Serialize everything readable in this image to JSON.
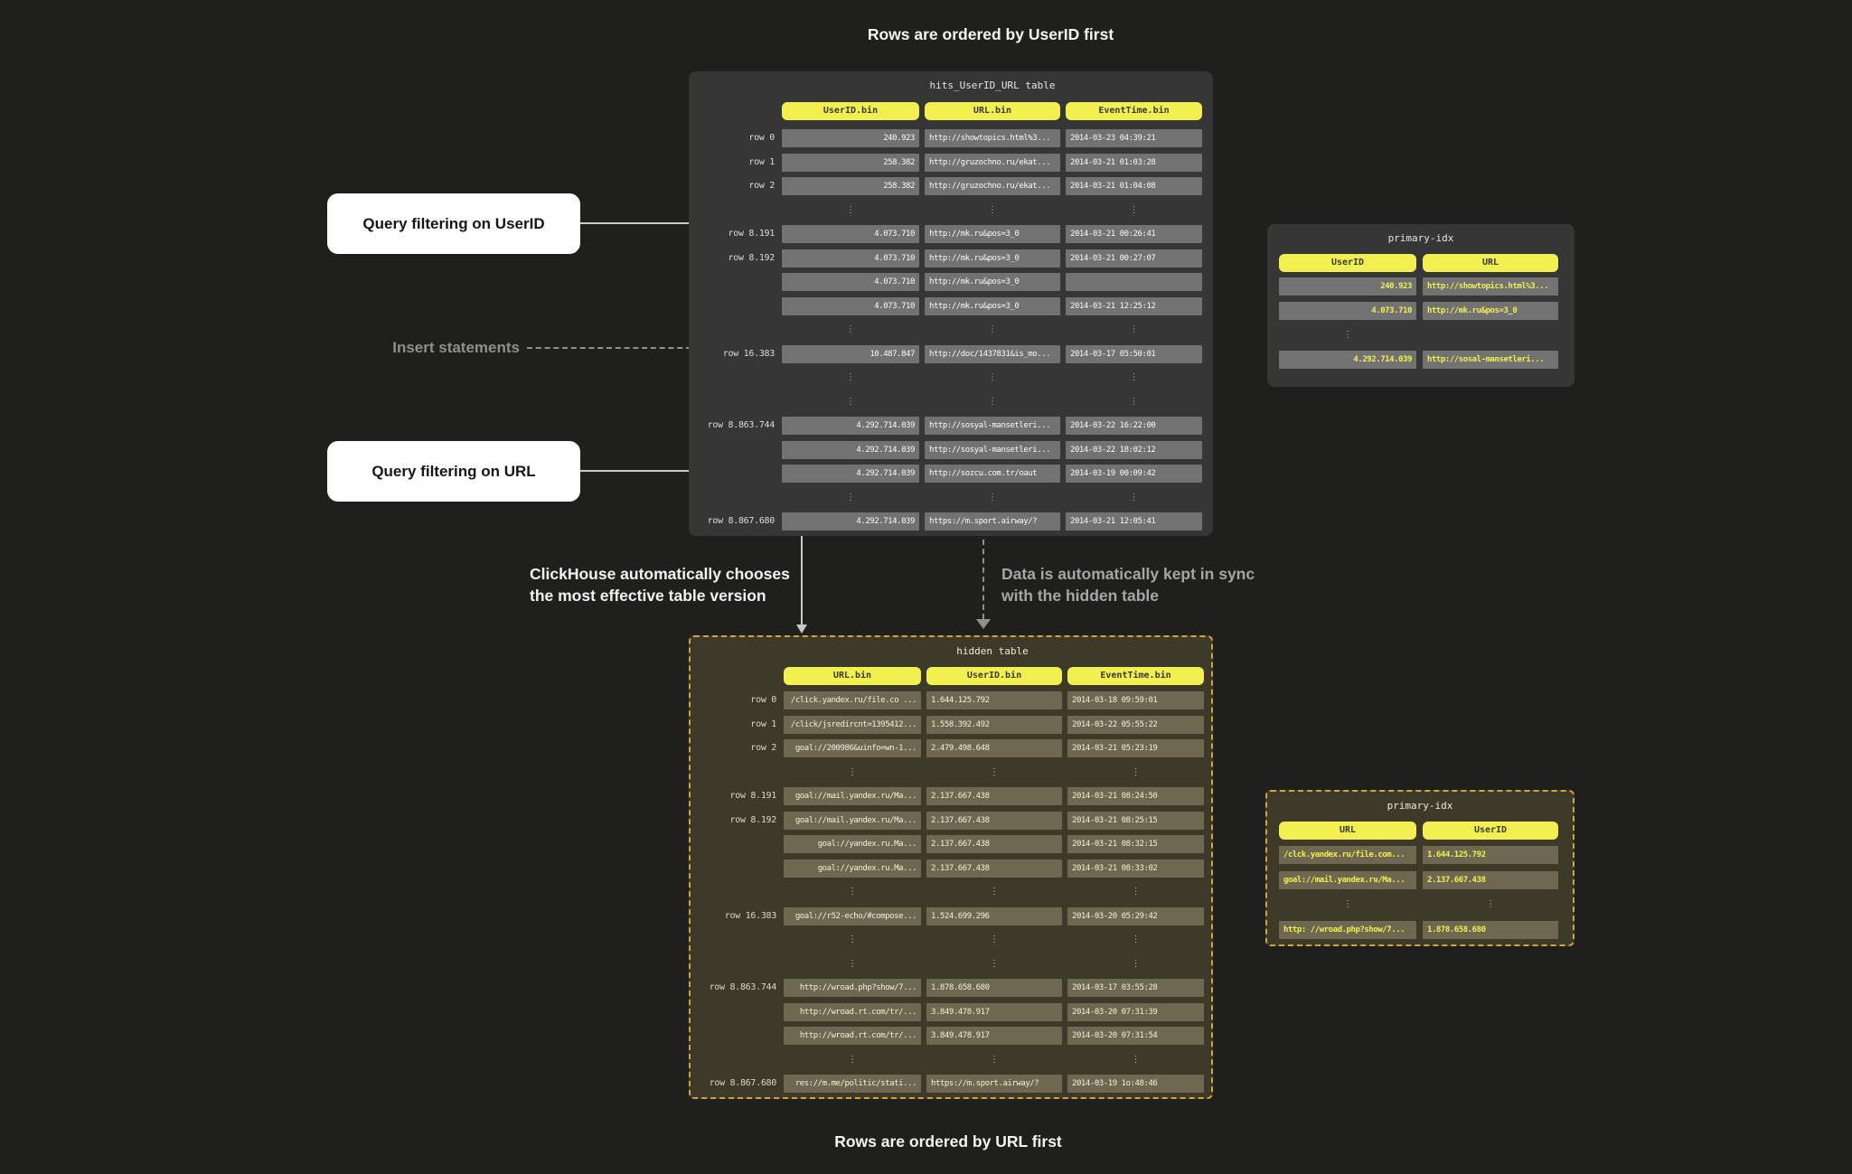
{
  "titles": {
    "top": "Rows are ordered by UserID first",
    "bottom": "Rows are ordered by URL first"
  },
  "annotations": {
    "query_userid": "Query filtering on UserID",
    "insert_statements": "Insert statements",
    "query_url": "Query filtering on URL",
    "chooses_line1": "ClickHouse automatically chooses",
    "chooses_line2": "the most effective table version",
    "sync_line1": "Data is automatically kept in sync",
    "sync_line2": "with the hidden table"
  },
  "colors": {
    "page_bg": "#1f1f1d",
    "panel_gray": "#363636",
    "panel_olive": "#3e3a29",
    "cell_gray": "#727272",
    "cell_olive": "#6f6851",
    "accent_yellow": "#f2f051",
    "hidden_border": "#d2a43d"
  },
  "main_table": {
    "title": "hits_UserID_URL table",
    "columns": [
      "UserID.bin",
      "URL.bin",
      "EventTime.bin"
    ],
    "aligns": [
      "right",
      "left",
      "left"
    ],
    "row_labels": true,
    "rows": [
      {
        "label": "row 0",
        "cells": [
          "240.923",
          "http://showtopics.html%3...",
          "2014-03-23 04:39:21"
        ]
      },
      {
        "label": "row 1",
        "cells": [
          "258.382",
          "http://gruzochno.ru/ekat...",
          "2014-03-21 01:03:28"
        ]
      },
      {
        "label": "row 2",
        "cells": [
          "258.382",
          "http://gruzochno.ru/ekat...",
          "2014-03-21 01:04:08"
        ]
      },
      {
        "dots": [
          true,
          true,
          true
        ]
      },
      {
        "label": "row 8.191",
        "cells": [
          "4.073.710",
          "http://mk.ru&pos=3_0",
          "2014-03-21 00:26:41"
        ]
      },
      {
        "label": "row 8.192",
        "cells": [
          "4.073.710",
          "http://mk.ru&pos=3_0",
          "2014-03-21 00:27:07"
        ]
      },
      {
        "label": "",
        "cells": [
          "4.073.710",
          "http://mk.ru&pos=3_0",
          ""
        ]
      },
      {
        "label": "",
        "cells": [
          "4.073.710",
          "http://mk.ru&pos=3_0",
          "2014-03-21 12:25:12"
        ]
      },
      {
        "dots": [
          true,
          true,
          true
        ]
      },
      {
        "label": "row 16.383",
        "cells": [
          "10.487.847",
          "http://doc/1437831&is_mo...",
          "2014-03-17 05:50:01"
        ]
      },
      {
        "dots": [
          true,
          true,
          true
        ]
      },
      {
        "dots": [
          true,
          true,
          true
        ]
      },
      {
        "label": "row 8.863.744",
        "cells": [
          "4.292.714.039",
          "http://sosyal-mansetleri...",
          "2014-03-22 16:22:00"
        ]
      },
      {
        "label": "",
        "cells": [
          "4.292.714.039",
          "http://sosyal-mansetleri...",
          "2014-03-22 18:02:12"
        ]
      },
      {
        "label": "",
        "cells": [
          "4.292.714.039",
          "http://sozcu.com.tr/oaut",
          "2014-03-19 00:09:42"
        ]
      },
      {
        "dots": [
          true,
          true,
          true
        ]
      },
      {
        "label": "row 8.867.680",
        "cells": [
          "4.292.714.039",
          "https://m.sport.airway/?",
          "2014-03-21 12:05:41"
        ]
      }
    ]
  },
  "primary_idx_top": {
    "title": "primary-idx",
    "columns": [
      "UserID",
      "URL"
    ],
    "aligns": [
      "right",
      "left"
    ],
    "row_labels": false,
    "rows": [
      {
        "cells": [
          "240.923",
          "http://showtopics.html%3..."
        ]
      },
      {
        "cells": [
          "4.073.710",
          "http://mk.ru&pos=3_0"
        ]
      },
      {
        "dots": [
          true,
          false
        ]
      },
      {
        "cells": [
          "4.292.714.039",
          "http://sosal-mansetleri..."
        ]
      }
    ]
  },
  "hidden_table": {
    "title": "hidden table",
    "columns": [
      "URL.bin",
      "UserID.bin",
      "EventTime.bin"
    ],
    "aligns": [
      "right",
      "left",
      "left"
    ],
    "row_labels": true,
    "rows": [
      {
        "label": "row 0",
        "cells": [
          "/click.yandex.ru/file.co ...",
          "1.644.125.792",
          "2014-03-18 09:59:01"
        ]
      },
      {
        "label": "row 1",
        "cells": [
          "/click/jsredircnt=1395412...",
          "1.558.392.492",
          "2014-03-22 05:55:22"
        ]
      },
      {
        "label": "row 2",
        "cells": [
          "goal://200986&uinfo=wn-1...",
          "2.479.498.648",
          "2014-03-21 05:23:19"
        ]
      },
      {
        "dots": [
          true,
          true,
          true
        ]
      },
      {
        "label": "row 8.191",
        "cells": [
          "goal://mail.yandex.ru/Ma...",
          "2.137.667.438",
          "2014-03-21 08:24:50"
        ]
      },
      {
        "label": "row 8.192",
        "cells": [
          "goal://mail.yandex.ru/Ma...",
          "2.137.667.438",
          "2014-03-21 08:25:15"
        ]
      },
      {
        "label": "",
        "cells": [
          "goal://yandex.ru.Ma...",
          "2.137.667.438",
          "2014-03-21 08:32:15"
        ]
      },
      {
        "label": "",
        "cells": [
          "goal://yandex.ru.Ma...",
          "2.137.667.438",
          "2014-03-21 08:33:02"
        ]
      },
      {
        "dots": [
          true,
          true,
          true
        ]
      },
      {
        "label": "row 16.383",
        "cells": [
          "goal://r52-echo/#compose...",
          "1.524.699.296",
          "2014-03-20 05:29:42"
        ]
      },
      {
        "dots": [
          true,
          true,
          true
        ]
      },
      {
        "dots": [
          true,
          true,
          true
        ]
      },
      {
        "label": "row 8.863.744",
        "cells": [
          "http://wroad.php?show/7...",
          "1.878.658.680",
          "2014-03-17 03:55:28"
        ]
      },
      {
        "label": "",
        "cells": [
          "http://wroad.rt.com/tr/...",
          "3.849.478.917",
          "2014-03-20 07:31:39"
        ]
      },
      {
        "label": "",
        "cells": [
          "http://wroad.rt.com/tr/...",
          "3.849.478.917",
          "2014-03-20 07:31:54"
        ]
      },
      {
        "dots": [
          true,
          true,
          true
        ]
      },
      {
        "label": "row 8.867.680",
        "cells": [
          "res://m.me/politic/stati...",
          "https://m.sport.airway/?",
          "2014-03-19 1o:48:46"
        ]
      }
    ]
  },
  "primary_idx_bottom": {
    "title": "primary-idx",
    "columns": [
      "URL",
      "UserID"
    ],
    "aligns": [
      "left",
      "left"
    ],
    "row_labels": false,
    "rows": [
      {
        "cells": [
          "/clck.yandex.ru/file.com...",
          "1.644.125.792"
        ]
      },
      {
        "cells": [
          "goal://mail.yandex.ru/Ma...",
          "2.137.667.438"
        ]
      },
      {
        "dots": [
          true,
          true
        ]
      },
      {
        "cells": [
          "http: //wroad.php?show/7...",
          "1.878.658.680"
        ]
      }
    ]
  }
}
